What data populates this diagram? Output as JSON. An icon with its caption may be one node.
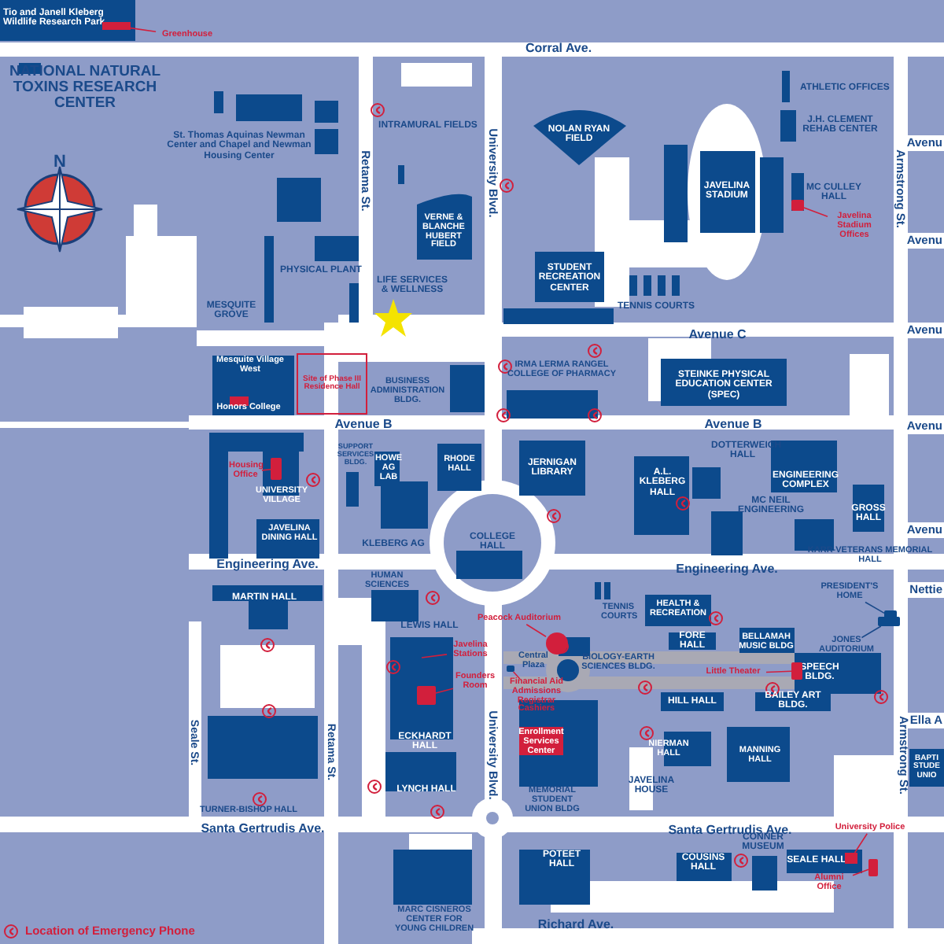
{
  "diagram": {
    "nodes": [
      {
        "text": [
          "Greenhouse"
        ]
      },
      {
        "text": [],
        "shape": "bar"
      },
      {
        "text": [
          "Javelina Stadium Offices"
        ]
      },
      {
        "text": [],
        "shape": "box"
      },
      {
        "text": [
          "Housing Office"
        ]
      },
      {
        "text": [],
        "shape": "box"
      },
      {
        "text": [
          "Peacock Auditorium"
        ]
      },
      {
        "text": [],
        "shape": "circle"
      },
      {
        "text": [
          "Javelina Stations"
        ]
      },
      {
        "text": [
          "Founders Room"
        ]
      },
      {
        "text": [],
        "shape": "box"
      },
      {
        "text": [
          "Financial Aid Admissions Registrar Cashiers"
        ]
      },
      {
        "text": [
          "Little Theater"
        ]
      },
      {
        "text": [],
        "shape": "box"
      },
      {
        "text": [
          "University Police"
        ]
      },
      {
        "text": [],
        "shape": "bar"
      },
      {
        "text": [
          "Alumni Office"
        ]
      },
      {
        "text": [],
        "shape": "box"
      },
      {
        "text": [
          "PRESIDENT'S HOME"
        ]
      },
      {
        "text": [
          "JONES AUDITORIUM"
        ]
      },
      {
        "text": [],
        "shape": "box"
      },
      {
        "text": [],
        "shape": "box"
      },
      {
        "text": [],
        "shape": "box"
      }
    ],
    "edges": [
      {
        "from": 0,
        "to": 1,
        "arrow": "none"
      },
      {
        "from": 2,
        "to": 3,
        "arrow": "none"
      },
      {
        "from": 4,
        "to": 5,
        "arrow": "none"
      },
      {
        "from": 6,
        "to": 7,
        "arrow": "none"
      },
      {
        "from": 8,
        "to": null,
        "arrow": "none"
      },
      {
        "from": 9,
        "to": 10,
        "arrow": "none"
      },
      {
        "from": 11,
        "to": 22,
        "arrow": "none"
      },
      {
        "from": 12,
        "to": 13,
        "arrow": "none"
      },
      {
        "from": 14,
        "to": 15,
        "arrow": "none"
      },
      {
        "from": 16,
        "to": 17,
        "arrow": "none"
      },
      {
        "from": 18,
        "to": 20,
        "arrow": "none",
        "color": "#1b4a8a"
      },
      {
        "from": 19,
        "to": 21,
        "arrow": "none",
        "color": "#1b4a8a"
      }
    ],
    "labels": [
      "Tio and Janell Kleberg Wildlife Research Park",
      "Corral Ave.",
      "NATIONAL NATURAL TOXINS RESEARCH CENTER",
      "ATHLETIC OFFICES",
      "J.H. CLEMENT REHAB CENTER",
      "Avenu",
      "N",
      "St. Thomas Aquinas Newman Center and Chapel and Newman Housing Center",
      "INTRAMURAL FIELDS",
      "NOLAN RYAN FIELD",
      "JAVELINA STADIUM",
      "MC CULLEY HALL",
      "Avenu",
      "VERNE & BLANCHE HUBERT FIELD",
      "Retama St.",
      "University Blvd.",
      "Armstrong St.",
      "PHYSICAL PLANT",
      "LIFE SERVICES & WELLNESS",
      "STUDENT RECREATION CENTER",
      "TENNIS COURTS",
      "MESQUITE GROVE",
      "Avenue C",
      "Avenu",
      "Mesquite Village West",
      "Honors College",
      "Site of Phase III Residence Hall",
      "BUSINESS ADMINISTRATION BLDG.",
      "IRMA LERMA RANGEL COLLEGE OF PHARMACY",
      "STEINKE PHYSICAL EDUCATION CENTER (SPEC)",
      "Avenue B",
      "Avenue B",
      "Avenu",
      "SUPPORT SERVICES BLDG.",
      "HOWE AG LAB",
      "RHODE HALL",
      "JERNIGAN LIBRARY",
      "DOTTERWEICH HALL",
      "A.L. KLEBERG HALL",
      "ENGINEERING COMPLEX",
      "MC NEIL ENGINEERING",
      "GROSS HALL",
      "UNIVERSITY VILLAGE",
      "JAVELINA DINING HALL",
      "KLEBERG AG",
      "COLLEGE HALL",
      "Avenu",
      "KARR-VETERANS MEMORIAL HALL",
      "Engineering Ave.",
      "Engineering Ave.",
      "Nettie",
      "MARTIN HALL",
      "HUMAN SCIENCES",
      "TENNIS COURTS",
      "HEALTH & RECREATION",
      "LEWIS HALL",
      "BIOLOGY-EARTH SCIENCES BLDG.",
      "FORE HALL",
      "BELLAMAH MUSIC BLDG",
      "Central Plaza",
      "SPEECH BLDG.",
      "HILL HALL",
      "BAILEY ART BLDG.",
      "Ella A",
      "Enrollment Services Center",
      "ECKHARDT HALL",
      "NIERMAN HALL",
      "MANNING HALL",
      "Seale St.",
      "Retama St.",
      "University Blvd.",
      "Armstrong St.",
      "BAPTI STUDE UNIO",
      "LYNCH HALL",
      "JAVELINA HOUSE",
      "MEMORIAL STUDENT UNION BLDG",
      "TURNER-BISHOP HALL",
      "Santa Gertrudis Ave.",
      "Santa Gertrudis Ave.",
      "CONNER MUSEUM",
      "POTEET HALL",
      "COUSINS HALL",
      "SEALE HALL",
      "MARC CISNEROS CENTER FOR YOUNG CHILDREN",
      "Richard Ave."
    ],
    "legend": [
      {
        "text": "Location of Emergency Phone"
      }
    ]
  }
}
